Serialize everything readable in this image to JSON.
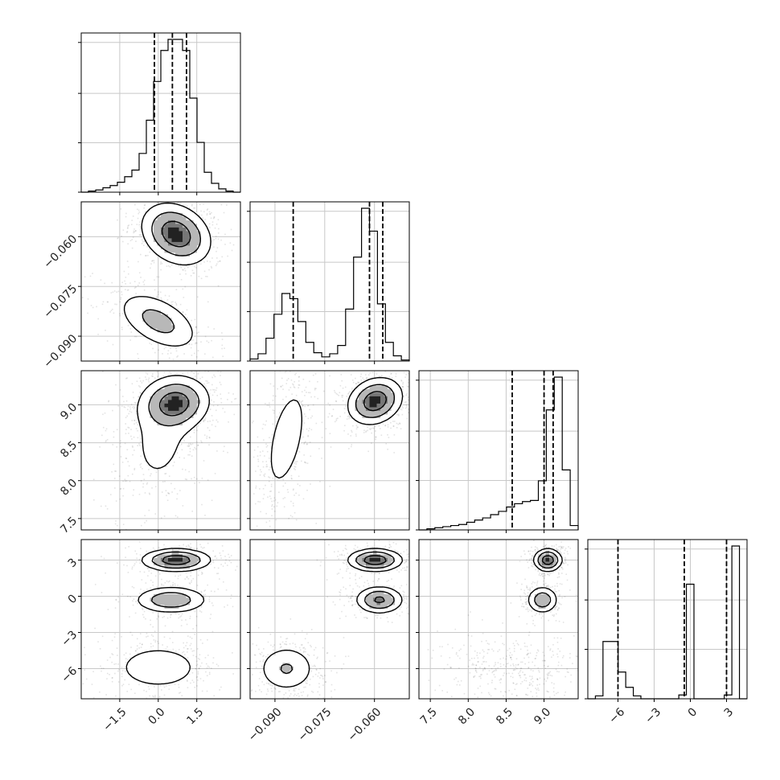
{
  "chart_data": {
    "type": "corner",
    "parameters": [
      {
        "id": "p1",
        "range": [
          -3.0,
          3.2
        ],
        "ticks": [
          -1.5,
          0.0,
          1.5
        ],
        "tick_labels": [
          "−1.5",
          "0.0",
          "1.5"
        ],
        "quantiles": [
          -0.15,
          0.55,
          1.1
        ]
      },
      {
        "id": "p2",
        "range": [
          -0.0975,
          -0.0495
        ],
        "ticks": [
          -0.09,
          -0.075,
          -0.06
        ],
        "tick_labels": [
          "−0.090",
          "−0.075",
          "−0.060"
        ],
        "quantiles": [
          -0.0845,
          -0.0615,
          -0.0575
        ]
      },
      {
        "id": "p3",
        "range": [
          7.35,
          9.45
        ],
        "ticks": [
          7.5,
          8.0,
          8.5,
          9.0
        ],
        "tick_labels": [
          "7.5",
          "8.0",
          "8.5",
          "9.0"
        ],
        "quantiles": [
          8.58,
          9.0,
          9.12
        ]
      },
      {
        "id": "p4",
        "range": [
          -8.5,
          4.7
        ],
        "ticks": [
          -6,
          -3,
          0,
          3
        ],
        "tick_labels": [
          "−6",
          "−3",
          "0",
          "3"
        ],
        "quantiles": [
          -6.0,
          -0.5,
          3.0
        ]
      }
    ],
    "histograms": [
      {
        "param": "p1",
        "counts": [
          0,
          1,
          2,
          4,
          6,
          9,
          14,
          20,
          35,
          65,
          100,
          128,
          138,
          138,
          128,
          85,
          45,
          18,
          8,
          3,
          1,
          0
        ]
      },
      {
        "param": "p2",
        "counts": [
          2,
          7,
          22,
          45,
          65,
          60,
          38,
          18,
          8,
          4,
          7,
          15,
          50,
          100,
          147,
          125,
          55,
          18,
          5,
          1
        ]
      },
      {
        "param": "p3",
        "counts": [
          0,
          1,
          2,
          3,
          4,
          5,
          7,
          9,
          11,
          14,
          17,
          21,
          24,
          26,
          27,
          45,
          110,
          140,
          55,
          4
        ]
      },
      {
        "param": "p4",
        "counts": [
          0,
          3,
          60,
          60,
          28,
          12,
          3,
          0,
          0,
          0,
          0,
          0,
          4,
          120,
          0,
          0,
          0,
          0,
          4,
          160,
          0
        ]
      }
    ],
    "pairs": [
      {
        "x": "p1",
        "y": "p2",
        "modes": [
          {
            "cx": 0.7,
            "cy": -0.0592,
            "sx": 0.65,
            "sy": 0.0045,
            "rho": -0.25,
            "w": 0.66
          },
          {
            "cx": 0.0,
            "cy": -0.0855,
            "sx": 0.8,
            "sy": 0.0045,
            "rho": -0.5,
            "w": 0.34
          }
        ]
      },
      {
        "x": "p1",
        "y": "p3",
        "modes": [
          {
            "cx": 0.65,
            "cy": 9.02,
            "sx": 0.65,
            "sy": 0.17,
            "rho": 0.1,
            "w": 0.62
          },
          {
            "cx": 0.1,
            "cy": 8.55,
            "sx": 0.8,
            "sy": 0.45,
            "rho": 0.2,
            "w": 0.38
          }
        ]
      },
      {
        "x": "p1",
        "y": "p4",
        "modes": [
          {
            "cx": 0.7,
            "cy": 3.0,
            "sx": 0.65,
            "sy": 0.45,
            "rho": 0,
            "w": 0.36
          },
          {
            "cx": 0.5,
            "cy": -0.3,
            "sx": 0.7,
            "sy": 0.55,
            "rho": 0,
            "w": 0.3
          },
          {
            "cx": 0.0,
            "cy": -5.9,
            "sx": 0.9,
            "sy": 1.0,
            "rho": 0,
            "w": 0.34
          }
        ]
      },
      {
        "x": "p2",
        "y": "p3",
        "modes": [
          {
            "cx": -0.0598,
            "cy": 9.05,
            "sx": 0.004,
            "sy": 0.15,
            "rho": 0.2,
            "w": 0.62
          },
          {
            "cx": -0.0865,
            "cy": 8.55,
            "sx": 0.004,
            "sy": 0.45,
            "rho": 0.5,
            "w": 0.38
          }
        ]
      },
      {
        "x": "p2",
        "y": "p4",
        "modes": [
          {
            "cx": -0.0598,
            "cy": 3.0,
            "sx": 0.004,
            "sy": 0.45,
            "rho": 0,
            "w": 0.36
          },
          {
            "cx": -0.0585,
            "cy": -0.3,
            "sx": 0.0035,
            "sy": 0.55,
            "rho": 0,
            "w": 0.3
          },
          {
            "cx": -0.0865,
            "cy": -6.0,
            "sx": 0.0045,
            "sy": 1.0,
            "rho": 0,
            "w": 0.34
          }
        ]
      },
      {
        "x": "p3",
        "y": "p4",
        "modes": [
          {
            "cx": 9.05,
            "cy": 3.0,
            "sx": 0.09,
            "sy": 0.45,
            "rho": 0,
            "w": 0.36
          },
          {
            "cx": 8.98,
            "cy": -0.3,
            "sx": 0.1,
            "sy": 0.55,
            "rho": 0,
            "w": 0.3
          },
          {
            "cx": 8.6,
            "cy": -6.0,
            "sx": 0.35,
            "sy": 1.0,
            "rho": 0,
            "w": 0.34
          }
        ]
      }
    ],
    "contour_levels": [
      0.12,
      0.35,
      0.7
    ],
    "grid": true,
    "colors": {
      "contour": "#000000",
      "fill_low": "#ffffff",
      "fill_mid": "#b8b8b8",
      "fill_high": "#222222",
      "grid": "#c8c8c8",
      "points": "#000000"
    }
  }
}
